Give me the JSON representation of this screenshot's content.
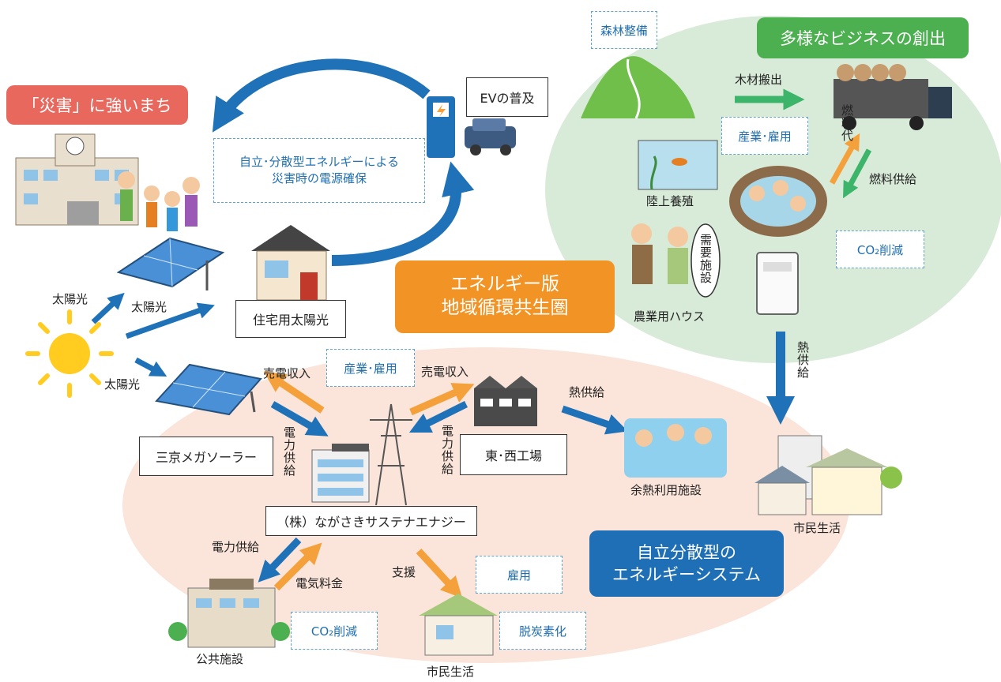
{
  "colors": {
    "disaster": "#e8685e",
    "business": "#4caf50",
    "center": "#f29425",
    "system": "#1e6fb5",
    "blue_arrow": "#1f72b8",
    "orange_arrow": "#f4a13b",
    "green_arrow": "#3cb469",
    "green_bg": "#d8ead8",
    "pink_bg": "#fbe4d9"
  },
  "tags": {
    "disaster": "「災害」に強いまち",
    "business": "多様なビジネスの創出",
    "center": "エネルギー版\n地域循環共生圏",
    "system": "自立分散型の\nエネルギーシステム"
  },
  "boxes": {
    "ev": "EVの普及",
    "house_solar": "住宅用太陽光",
    "mega_solar": "三京メガソーラー",
    "factory": "東･西工場",
    "company": "（株）ながさきサステナエナジー"
  },
  "dashed": {
    "backup": "自立･分散型エネルギーによる\n災害時の電源確保",
    "forest": "森林整備",
    "industry_green": "産業･雇用",
    "co2_green": "CO₂削減",
    "industry_pink": "産業･雇用",
    "employment": "雇用",
    "co2_pink": "CO₂削減",
    "decarbon": "脱炭素化"
  },
  "labels": {
    "solar1": "太陽光",
    "solar2": "太陽光",
    "solar3": "太陽光",
    "wood": "木材搬出",
    "fuel_supply": "燃料供給",
    "aquaculture": "陸上養殖",
    "farm_house": "農業用ハウス",
    "sell_left": "売電収入",
    "sell_right": "売電収入",
    "heat_supply": "熱供給",
    "waste_heat": "余熱利用施設",
    "citizen_right": "市民生活",
    "power_supply_h": "電力供給",
    "electricity_fee": "電気料金",
    "support": "支援",
    "public": "公共施設",
    "citizen_bottom": "市民生活"
  },
  "vertical": {
    "fuel_cost": "燃料代",
    "demand": "需要施設",
    "heat_v": "熱供給",
    "power_left": "電力供給",
    "power_right": "電力供給"
  }
}
